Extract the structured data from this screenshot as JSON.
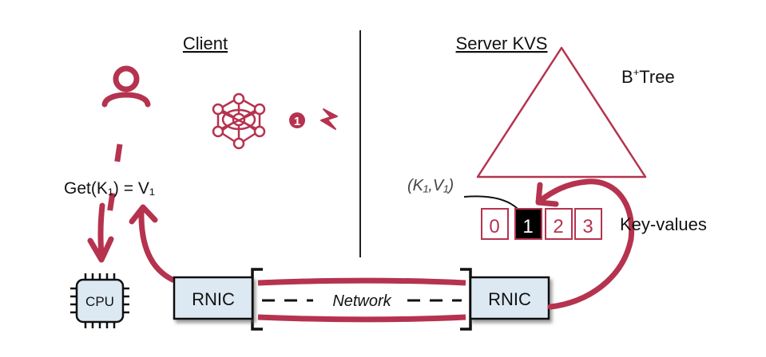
{
  "client": {
    "title": "Client"
  },
  "server": {
    "title": "Server KVS"
  },
  "query": {
    "text": "Get(K₁) = V₁"
  },
  "step": {
    "number": "1"
  },
  "btree": {
    "label_main": "B",
    "label_sup": "+",
    "label_rest": "Tree"
  },
  "kv": {
    "pair_label": "(K₁,V₁)",
    "label": "Key-values",
    "cells": [
      {
        "text": "0",
        "selected": false
      },
      {
        "text": "1",
        "selected": true
      },
      {
        "text": "2",
        "selected": false
      },
      {
        "text": "3",
        "selected": false
      }
    ]
  },
  "cpu": {
    "label": "CPU"
  },
  "rnic_client": {
    "label": "RNIC"
  },
  "rnic_server": {
    "label": "RNIC"
  },
  "network": {
    "label": "Network"
  },
  "colors": {
    "accent": "#b5334f",
    "box_fill": "#dce9f3",
    "selected": "#000000"
  },
  "icons": {
    "user": "user-icon",
    "network_graph": "network-graph-icon",
    "lightning": "lightning-icon",
    "cpu": "cpu-chip-icon"
  }
}
